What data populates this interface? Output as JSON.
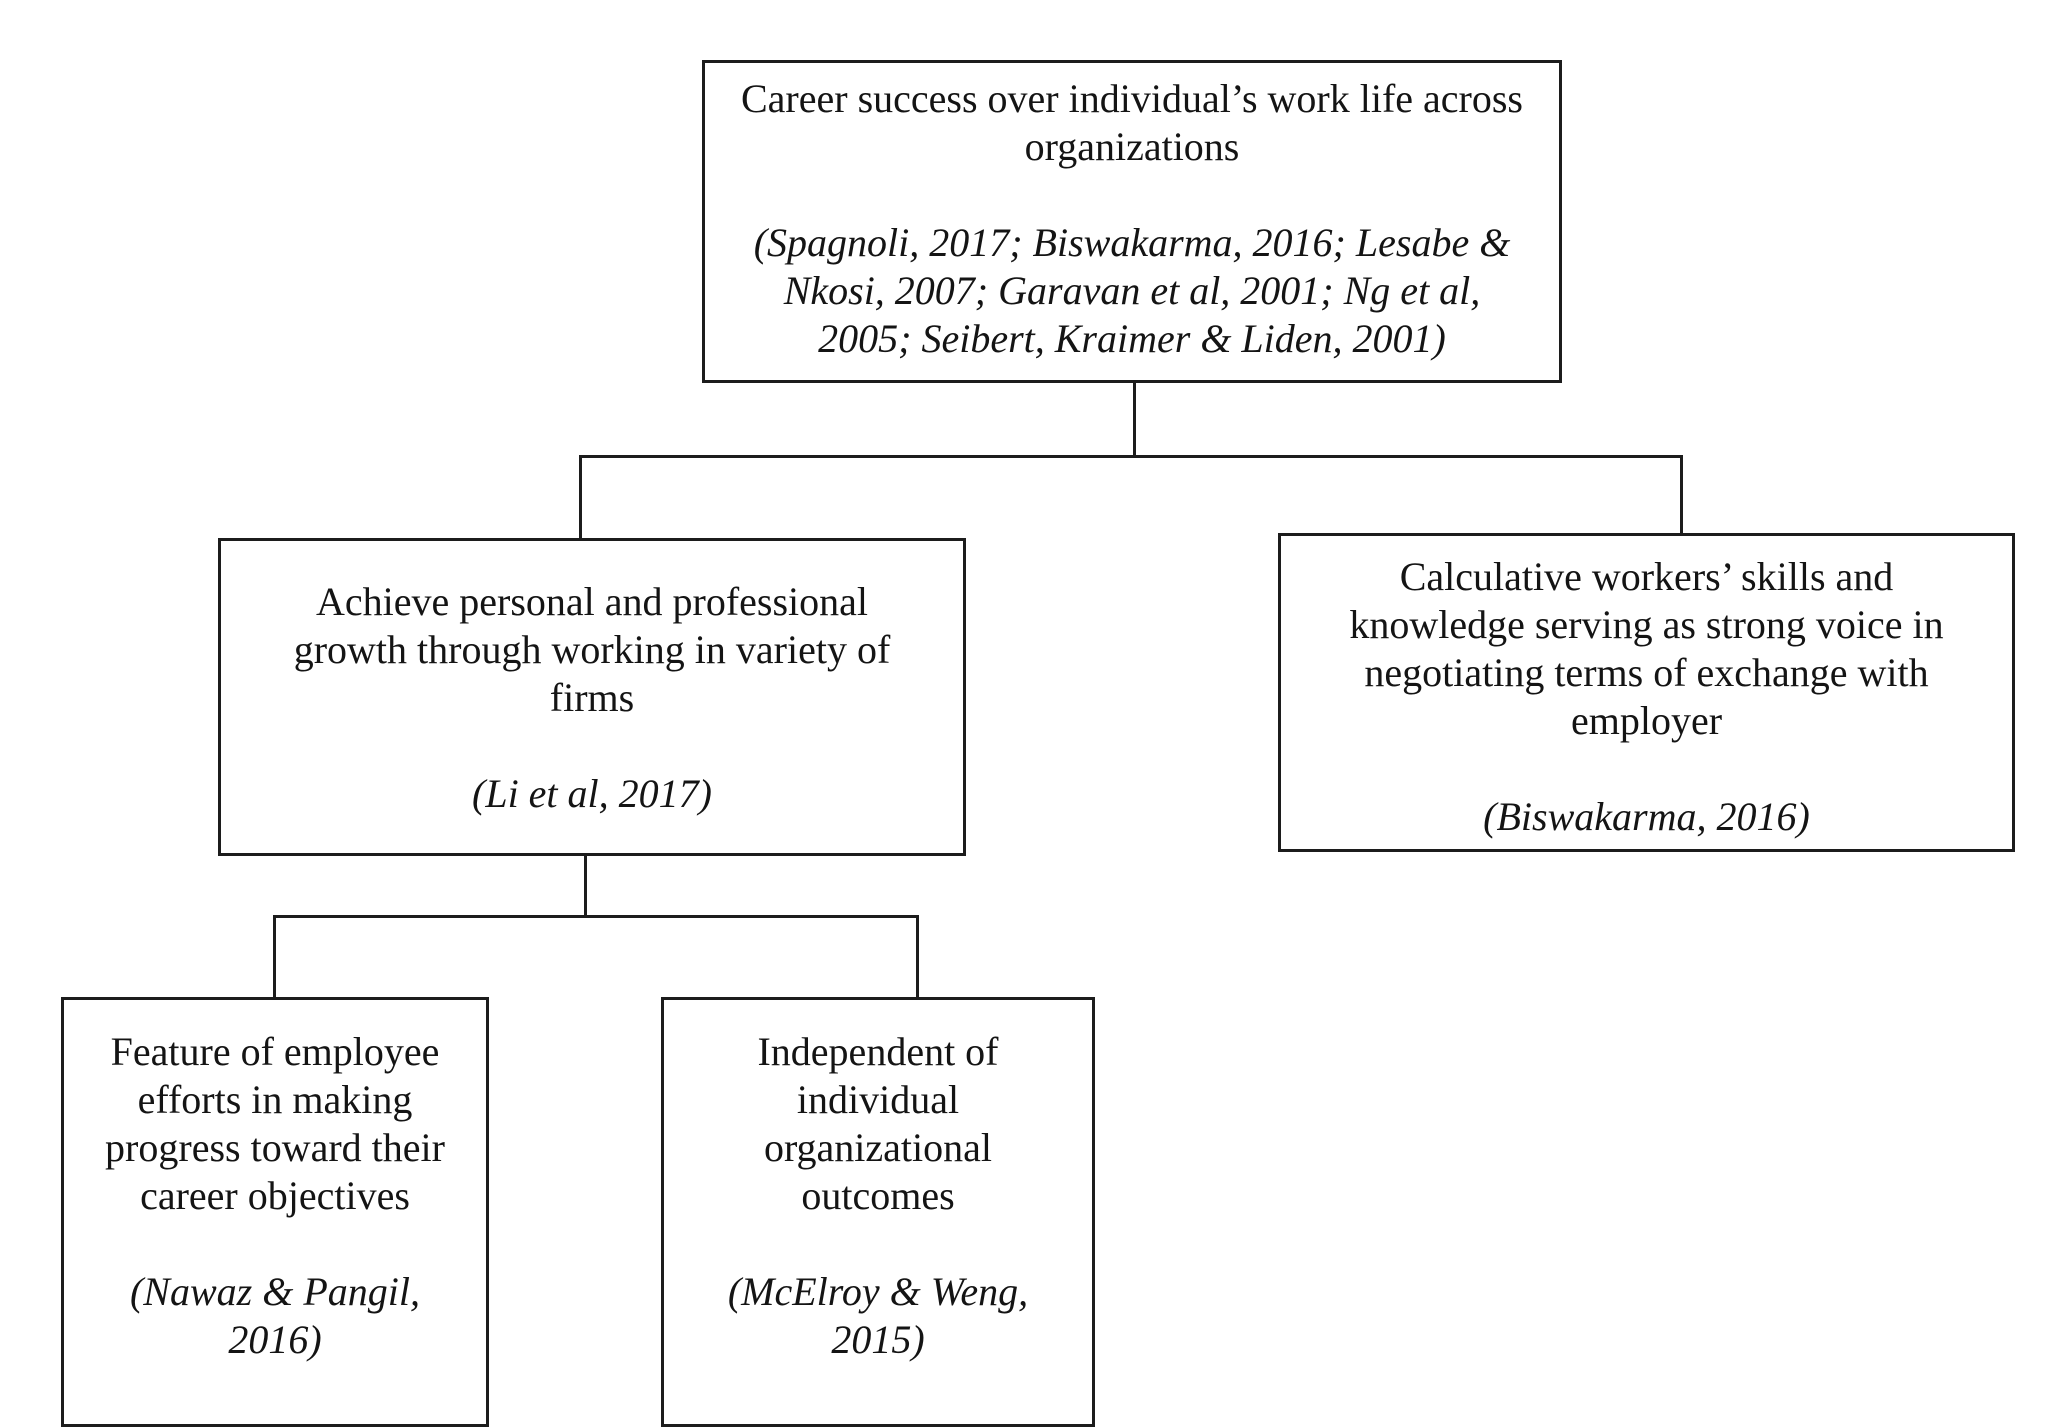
{
  "colors": {
    "background": "#ffffff",
    "border": "#1c1c1c",
    "text": "#141414"
  },
  "nodes": {
    "root": {
      "text": "Career success over individual’s work life across\norganizations",
      "citation": "(Spagnoli, 2017; Biswakarma, 2016; Lesabe &\nNkosi, 2007; Garavan et al, 2001; Ng et al,\n2005; Seibert, Kraimer & Liden, 2001)"
    },
    "growth": {
      "text": "Achieve personal and professional\ngrowth through working in variety of\nfirms",
      "citation": "(Li et al, 2017)"
    },
    "calculative": {
      "text": "Calculative workers’ skills and\nknowledge serving as strong voice in\nnegotiating terms of exchange with\nemployer",
      "citation": "(Biswakarma, 2016)"
    },
    "feature": {
      "text": "Feature of employee\nefforts in making\nprogress toward their\ncareer objectives",
      "citation": "(Nawaz & Pangil,\n2016)"
    },
    "independent": {
      "text": "Independent of\nindividual\norganizational\noutcomes",
      "citation": "(McElroy & Weng,\n2015)"
    }
  }
}
